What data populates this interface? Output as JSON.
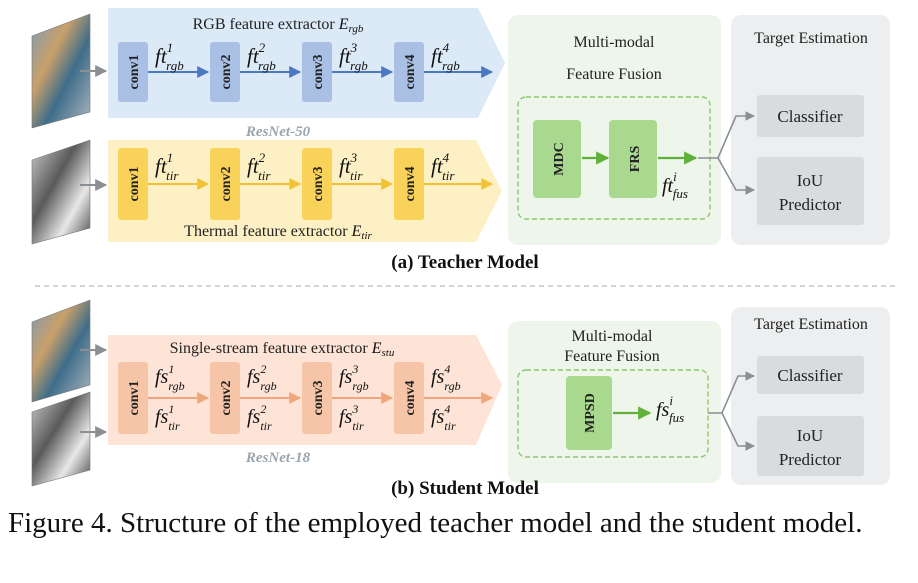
{
  "teacher": {
    "rgb_extractor": {
      "label": "RGB feature extractor ",
      "var": "E",
      "sub": "rgb"
    },
    "thermal_extractor": {
      "label": "Thermal feature extractor ",
      "var": "E",
      "sub": "tir"
    },
    "backbone": "ResNet-50",
    "conv_labels": [
      "conv1",
      "conv2",
      "conv3",
      "conv4"
    ],
    "rgb_features": [
      {
        "base": "ft",
        "sup": "1",
        "sub": "rgb"
      },
      {
        "base": "ft",
        "sup": "2",
        "sub": "rgb"
      },
      {
        "base": "ft",
        "sup": "3",
        "sub": "rgb"
      },
      {
        "base": "ft",
        "sup": "4",
        "sub": "rgb"
      }
    ],
    "tir_features": [
      {
        "base": "ft",
        "sup": "1",
        "sub": "tir"
      },
      {
        "base": "ft",
        "sup": "2",
        "sub": "tir"
      },
      {
        "base": "ft",
        "sup": "3",
        "sub": "tir"
      },
      {
        "base": "ft",
        "sup": "4",
        "sub": "tir"
      }
    ],
    "fusion": {
      "title_line1": "Multi-modal",
      "title_line2": "Feature Fusion",
      "module1": "MDC",
      "module2": "FRS",
      "output": {
        "base": "ft",
        "sup": "i",
        "sub": "fus"
      }
    },
    "target": {
      "title": "Target Estimation",
      "classifier": "Classifier",
      "iou_line1": "IoU",
      "iou_line2": "Predictor"
    },
    "caption": "(a) Teacher Model"
  },
  "student": {
    "extractor": {
      "label": "Single-stream feature extractor ",
      "var": "E",
      "sub": "stu"
    },
    "backbone": "ResNet-18",
    "conv_labels": [
      "conv1",
      "conv2",
      "conv3",
      "conv4"
    ],
    "rgb_features": [
      {
        "base": "fs",
        "sup": "1",
        "sub": "rgb"
      },
      {
        "base": "fs",
        "sup": "2",
        "sub": "rgb"
      },
      {
        "base": "fs",
        "sup": "3",
        "sub": "rgb"
      },
      {
        "base": "fs",
        "sup": "4",
        "sub": "rgb"
      }
    ],
    "tir_features": [
      {
        "base": "fs",
        "sup": "1",
        "sub": "tir"
      },
      {
        "base": "fs",
        "sup": "2",
        "sub": "tir"
      },
      {
        "base": "fs",
        "sup": "3",
        "sub": "tir"
      },
      {
        "base": "fs",
        "sup": "4",
        "sub": "tir"
      }
    ],
    "fusion": {
      "title_line1": "Multi-modal",
      "title_line2": "Feature Fusion",
      "module1": "MPSD",
      "output": {
        "base": "fs",
        "sup": "i",
        "sub": "fus"
      }
    },
    "target": {
      "title": "Target Estimation",
      "classifier": "Classifier",
      "iou_line1": "IoU",
      "iou_line2": "Predictor"
    },
    "caption": "(b) Student Model"
  },
  "figure_caption": "Figure 4. Structure of the employed teacher model and the student model.",
  "colors": {
    "rgb_band": "#dce9f7",
    "rgb_conv": "#a9bfe4",
    "rgb_arrow": "#4a78c2",
    "tir_band": "#fdf0c4",
    "tir_conv": "#f9d25a",
    "tir_arrow": "#f3c234",
    "stu_band": "#fde4d6",
    "stu_conv": "#f6c5a8",
    "stu_arrow": "#f0a67d",
    "fusion_bg": "#eef5ea",
    "fusion_border": "#8cc870",
    "fusion_module": "#a9d98f",
    "fusion_arrow": "#5fb13a",
    "target_bg": "#eceeef",
    "target_box": "#d9dcdf",
    "connector": "#8a8f94",
    "separator": "#aaaaaa"
  }
}
